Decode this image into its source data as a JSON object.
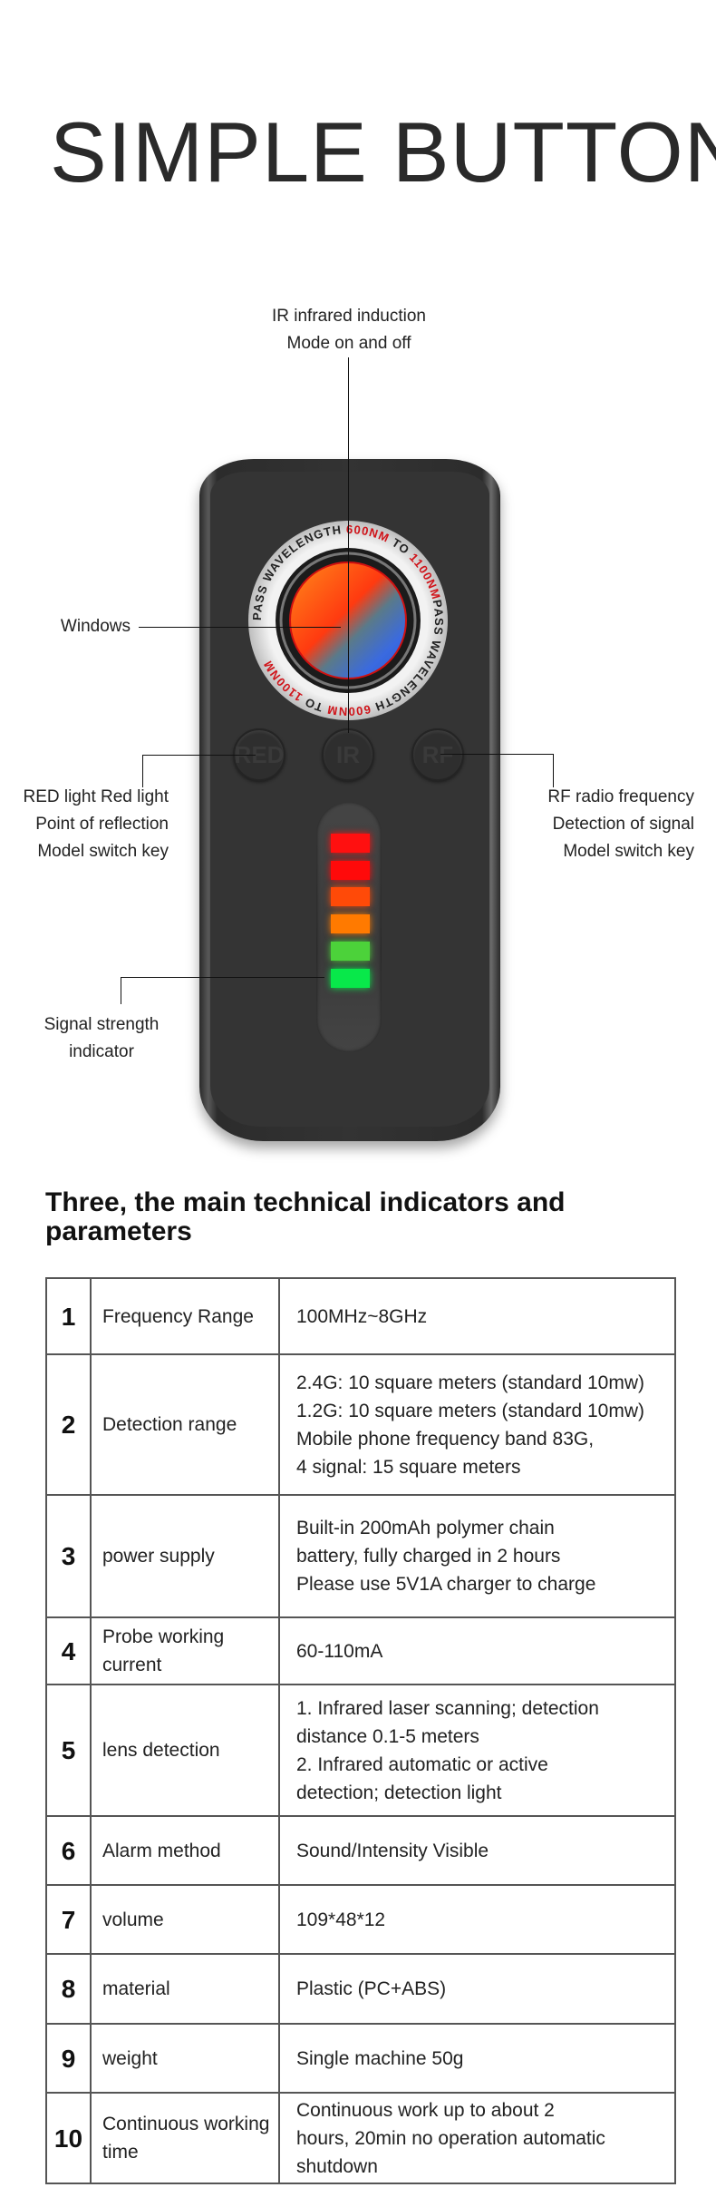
{
  "title": "SIMPLE BUTTON",
  "callouts": {
    "ir": [
      "IR infrared induction",
      "Mode on and off"
    ],
    "windows": "Windows",
    "red": [
      "RED light Red light",
      "Point of reflection",
      "Model switch key"
    ],
    "rf": [
      "RF radio frequency",
      "Detection of signal",
      "Model switch key"
    ],
    "signal": [
      "Signal strength",
      "indicator"
    ]
  },
  "device": {
    "ring_text": {
      "a": "PASS WAVELENGTH ",
      "b": "600NM",
      "c": " TO ",
      "d": "1100NM"
    },
    "buttons": [
      "RED",
      "IR",
      "RF"
    ],
    "led_colors": [
      "#ff1010",
      "#ff0a0a",
      "#ff4a08",
      "#ff7a00",
      "#4cd23a",
      "#08e84a"
    ],
    "ring_red": "#d0141a"
  },
  "specs": {
    "heading": "Three, the main technical indicators and parameters",
    "rows": [
      {
        "n": "1",
        "name": "Frequency Range",
        "value": [
          "100MHz~8GHz"
        ]
      },
      {
        "n": "2",
        "name": "Detection range",
        "value": [
          "2.4G: 10 square meters (standard 10mw)",
          "1.2G: 10 square meters (standard 10mw)",
          "Mobile phone frequency band 83G,",
          "4 signal: 15 square meters"
        ]
      },
      {
        "n": "3",
        "name": "power supply",
        "value": [
          "Built-in 200mAh polymer chain",
          "battery, fully charged in 2 hours",
          "Please use 5V1A charger to charge"
        ]
      },
      {
        "n": "4",
        "name": "Probe working current",
        "value": [
          "60-110mA"
        ]
      },
      {
        "n": "5",
        "name": "lens detection",
        "value": [
          "1. Infrared laser scanning; detection",
          "distance 0.1-5 meters",
          "2. Infrared automatic or active",
          "detection; detection light"
        ]
      },
      {
        "n": "6",
        "name": "Alarm method",
        "value": [
          "Sound/Intensity Visible"
        ]
      },
      {
        "n": "7",
        "name": "volume",
        "value": [
          "109*48*12"
        ]
      },
      {
        "n": "8",
        "name": "material",
        "value": [
          "Plastic (PC+ABS)"
        ]
      },
      {
        "n": "9",
        "name": "weight",
        "value": [
          "Single machine 50g"
        ]
      },
      {
        "n": "10",
        "name": "Continuous working time",
        "value": [
          "Continuous work up to about 2",
          "hours, 20min no operation automatic",
          "shutdown"
        ]
      }
    ]
  }
}
